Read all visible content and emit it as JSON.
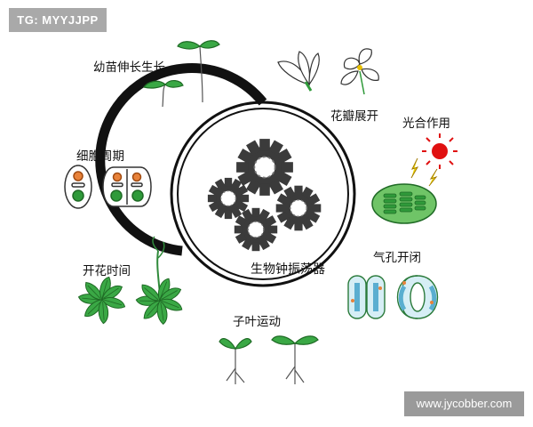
{
  "watermark": {
    "top": "TG: MYYJJPP",
    "bottom": "www.jycobber.com"
  },
  "center": {
    "label": "生物钟振荡器"
  },
  "processes": [
    {
      "id": "seedling",
      "label": "幼苗伸长生长"
    },
    {
      "id": "petal",
      "label": "花瓣展开"
    },
    {
      "id": "photosynthesis",
      "label": "光合作用"
    },
    {
      "id": "stomata",
      "label": "气孔开闭"
    },
    {
      "id": "cotyledon",
      "label": "子叶运动"
    },
    {
      "id": "flowering",
      "label": "开花时间"
    },
    {
      "id": "cellcycle",
      "label": "细胞周期"
    }
  ],
  "colors": {
    "dark": "#111111",
    "gear": "#3b3b3b",
    "green": "#2f9a3a",
    "leaf": "#3aa845",
    "red": "#e01010",
    "orange": "#e8823a",
    "yellow": "#f0d800"
  }
}
